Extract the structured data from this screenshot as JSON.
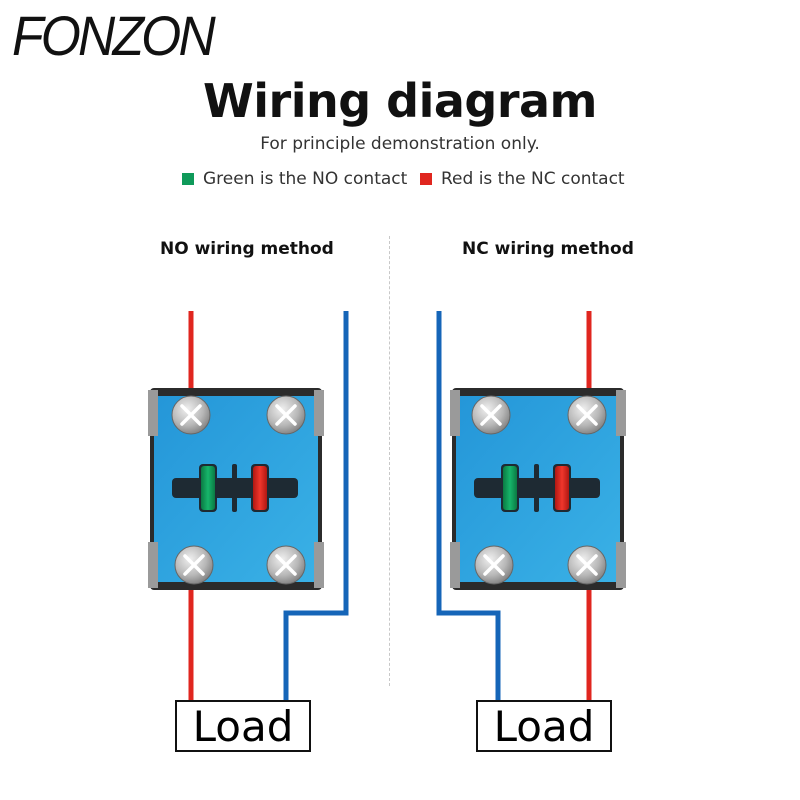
{
  "brand": "FONZON",
  "header": {
    "title": "Wiring diagram",
    "subtitle": "For principle demonstration only."
  },
  "legend": [
    {
      "color": "#0f9a5a",
      "label": "Green is the NO contact"
    },
    {
      "color": "#e0261f",
      "label": "Red is the NC contact"
    }
  ],
  "diagrams": [
    {
      "label": "NO wiring method",
      "load_label": "Load"
    },
    {
      "label": "NC wiring method",
      "load_label": "Load"
    }
  ],
  "colors": {
    "red_wire": "#e0261f",
    "blue_wire": "#1565b8",
    "block_blue": "#2a9fdc",
    "contact_green": "#0f9a5a",
    "contact_red": "#e0261f"
  }
}
